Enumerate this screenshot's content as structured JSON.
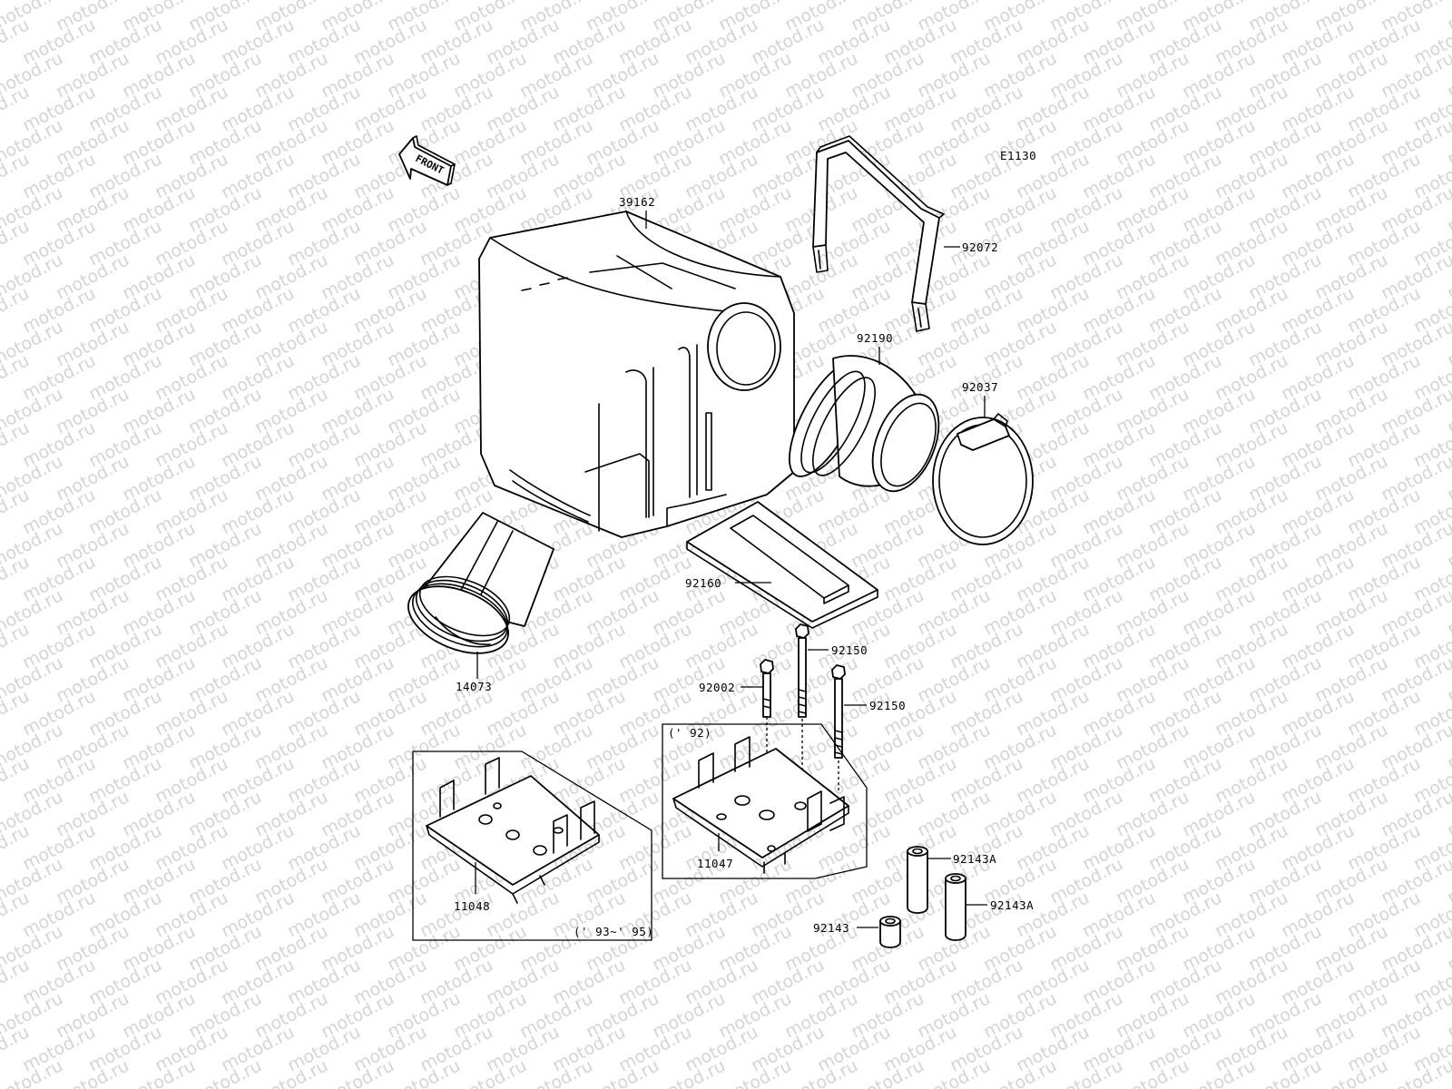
{
  "diagram_code": "E1130",
  "front_label": "FRONT",
  "watermark": "motod.ru",
  "parts": {
    "air_cleaner_housing": "39162",
    "strap": "92072",
    "duct_boot": "92190",
    "clamp": "92037",
    "element": "92160",
    "inlet_funnel": "14073",
    "bolt_long_a": "92150",
    "bolt_long_b": "92150",
    "bolt_short": "92002",
    "bracket_92": "11047",
    "bracket_93_95": "11048",
    "collar_a": "92143A",
    "collar_b": "92143A",
    "collar_short": "92143"
  },
  "variants": {
    "year_92": "(' 92)",
    "year_93_95": "(' 93~' 95)"
  }
}
